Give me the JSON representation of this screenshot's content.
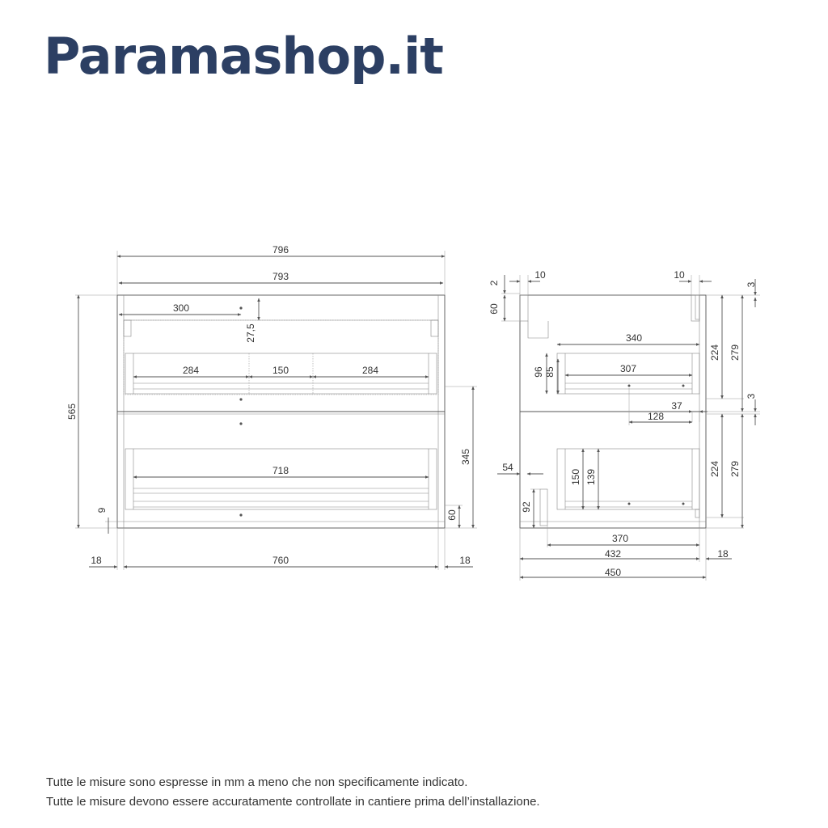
{
  "brand": "Paramashop.it",
  "notes": [
    "Tutte le misure sono espresse in mm a meno che non specificamente indicato.",
    "Tutte le misure devono essere accuratamente controllate in cantiere prima dell’installazione."
  ],
  "front_view": {
    "overall_width": "796",
    "top_width": "793",
    "height": "565",
    "drawer_offset": "300",
    "handle_depth": "27,5",
    "left_section": "284",
    "middle_section": "150",
    "right_section": "284",
    "lower_drawer_width": "718",
    "lower_drawer_height": "345",
    "base_gap": "9",
    "plinth": "60",
    "side_left": "18",
    "inner_width": "760",
    "side_right": "18"
  },
  "side_view": {
    "top_left_offset": "10",
    "top_right_offset": "10",
    "top_gap": "2",
    "top_rail": "60",
    "top_right_gap": "3",
    "drawer_depth": "340",
    "inner_depth": "307",
    "drawer_height_outer": "96",
    "drawer_height_inner": "85",
    "upper_runner": "224",
    "upper_height": "279",
    "mid_gap": "3",
    "runner_offset": "37",
    "runner_pos": "128",
    "front_recess": "54",
    "lower_runner": "224",
    "lower_height": "279",
    "lower_outer": "150",
    "lower_inner": "139",
    "plinth_height": "92",
    "base_depth": "370",
    "depth_432": "432",
    "back_panel": "18",
    "total_depth": "450"
  }
}
